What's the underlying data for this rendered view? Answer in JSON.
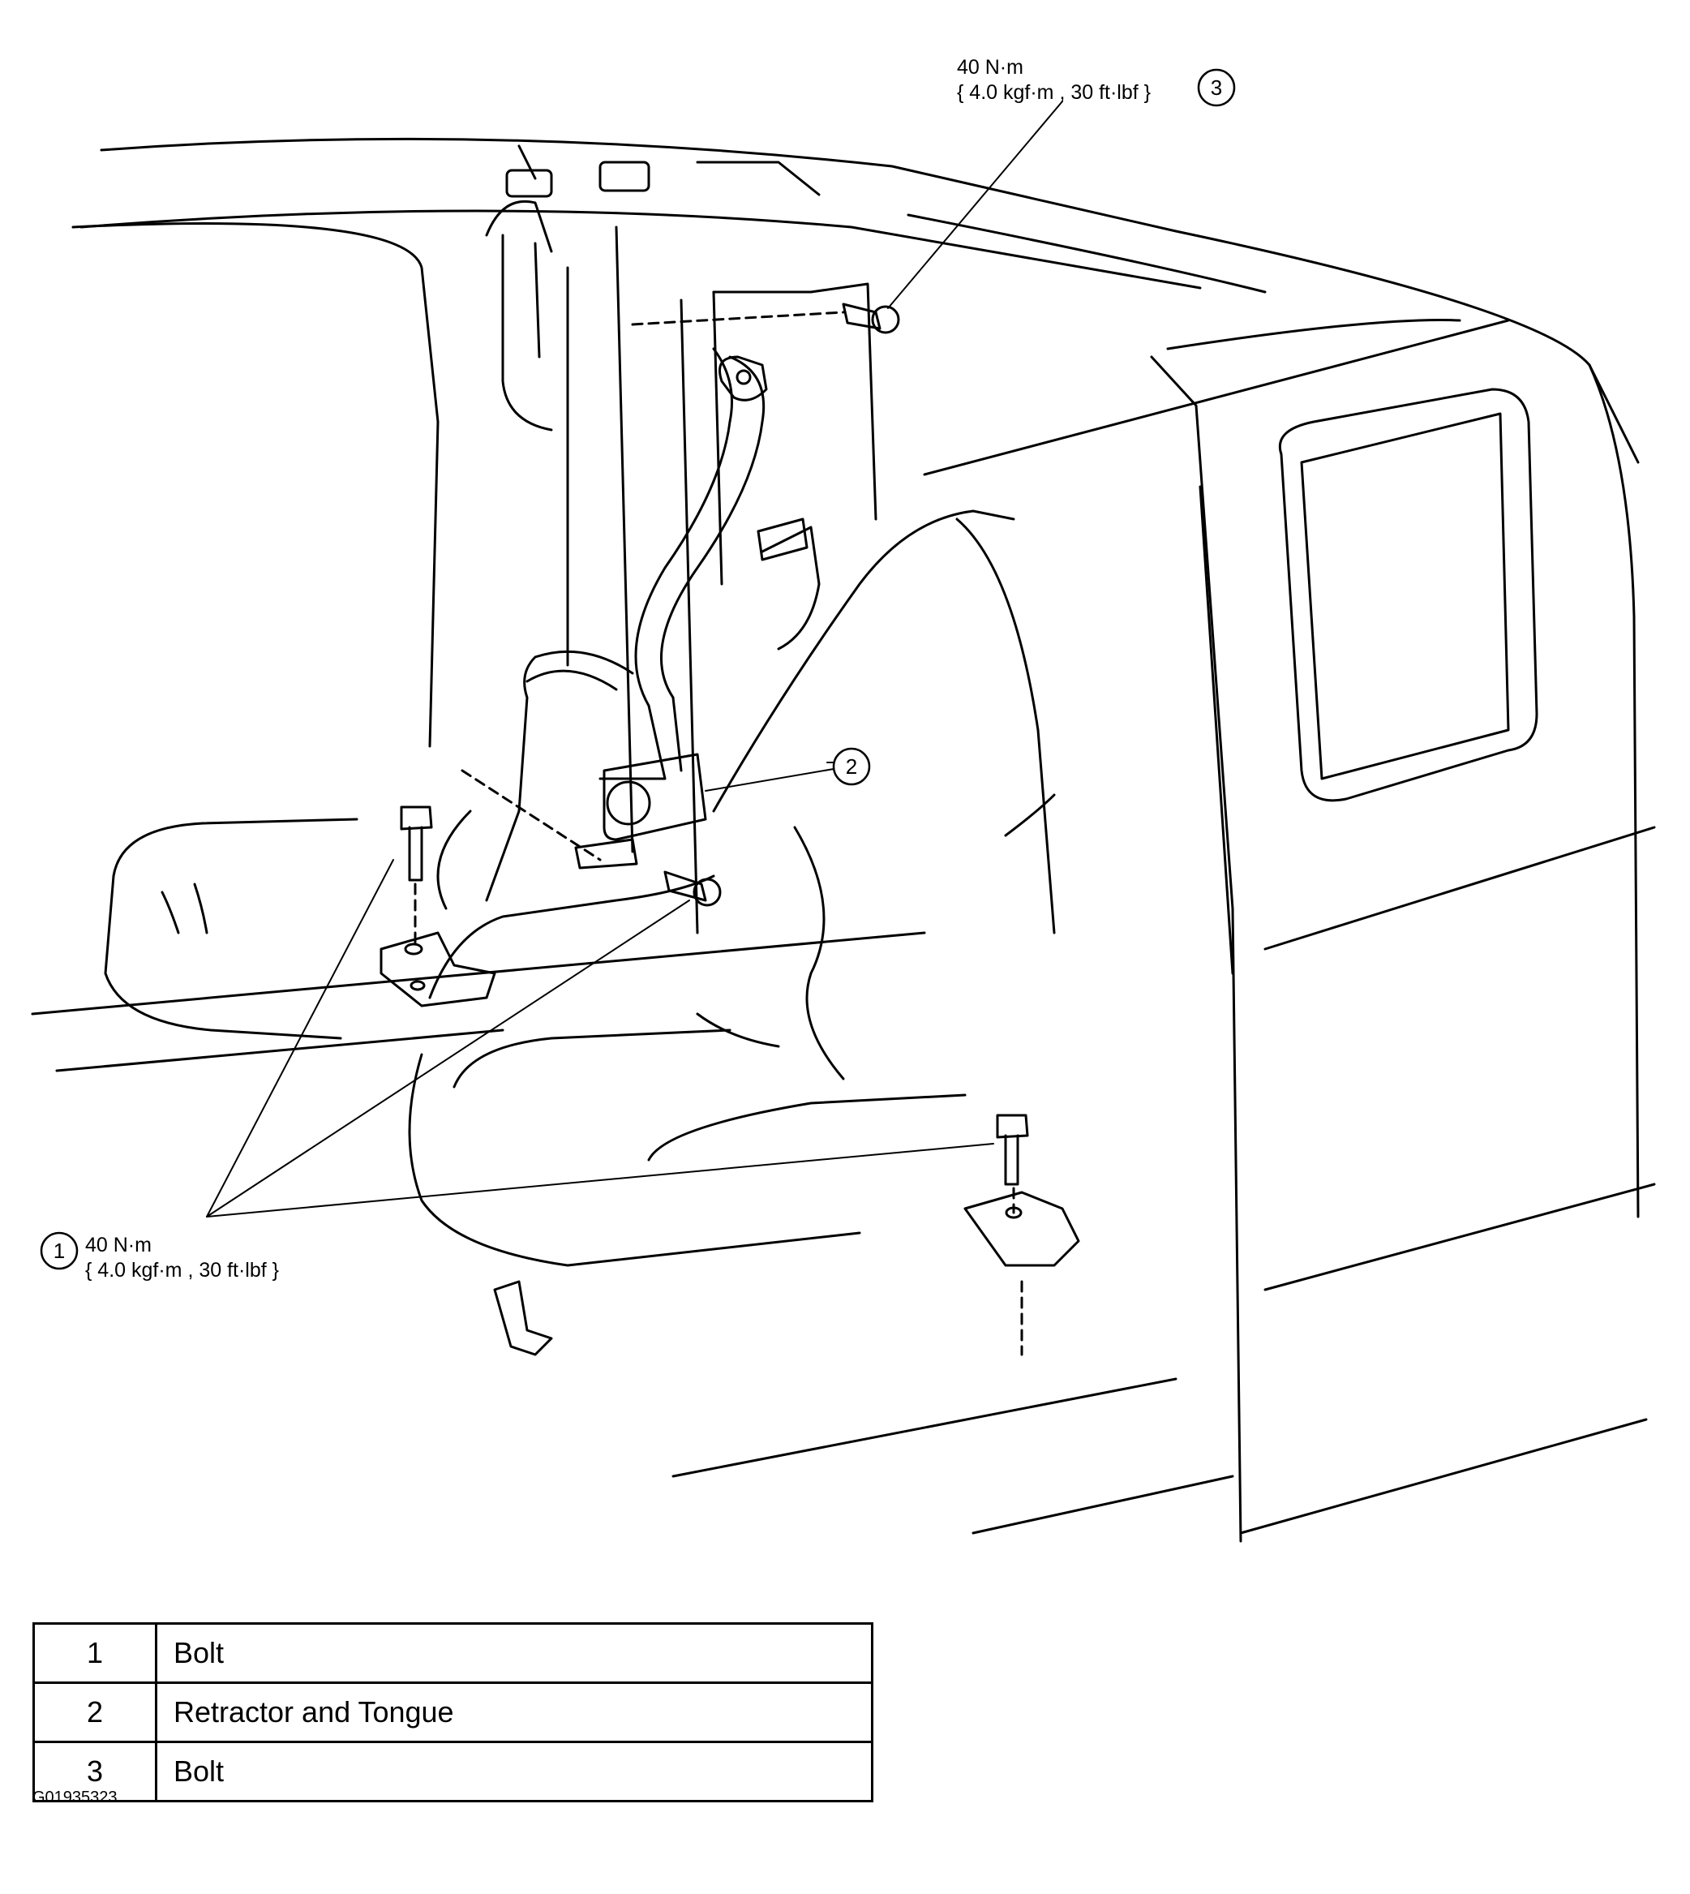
{
  "diagram": {
    "callout_1": {
      "number": "1",
      "torque": "40 N·m",
      "torque_alt": "{ 4.0 kgf·m , 30 ft·lbf }"
    },
    "callout_2": {
      "number": "2"
    },
    "callout_3": {
      "number": "3",
      "torque": "40 N·m",
      "torque_alt": "{ 4.0 kgf·m , 30 ft·lbf }"
    }
  },
  "legend": {
    "rows": [
      {
        "number": "1",
        "description": "Bolt"
      },
      {
        "number": "2",
        "description": "Retractor and Tongue"
      },
      {
        "number": "3",
        "description": "Bolt"
      }
    ]
  },
  "figure_id": "G01935323"
}
